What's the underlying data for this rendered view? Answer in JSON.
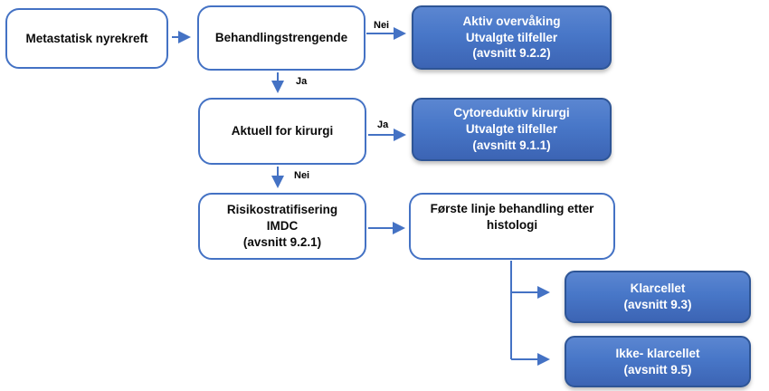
{
  "diagram": {
    "title_semantic": "Metastatisk nyrekreft behandlingsflyt",
    "palette": {
      "accent_blue": "#4472c4",
      "blue_box_fill_top": "#5b86d1",
      "blue_box_fill_bottom": "#3c64b4",
      "blue_box_border": "#2e5596",
      "white_box_border": "#4472c4",
      "text_dark": "#0b0b0b",
      "text_light": "#ffffff",
      "background": "#ffffff"
    }
  },
  "nodes": {
    "metastatisk": {
      "lines": [
        "Metastatisk nyrekreft"
      ]
    },
    "behandling": {
      "lines": [
        "Behandlingstrengende"
      ]
    },
    "aktiv": {
      "lines": [
        "Aktiv overvåking",
        "Utvalgte tilfeller",
        "(avsnitt 9.2.2)"
      ]
    },
    "kirurgi": {
      "lines": [
        "Aktuell for kirurgi"
      ]
    },
    "cyto": {
      "lines": [
        "Cytoreduktiv kirurgi",
        "Utvalgte tilfeller",
        "(avsnitt 9.1.1)"
      ]
    },
    "risiko": {
      "lines": [
        "Risikostratifisering",
        "IMDC",
        "(avsnitt 9.2.1)"
      ]
    },
    "forste": {
      "lines": [
        "Første linje behandling etter",
        "histologi"
      ]
    },
    "klarcellet": {
      "lines": [
        "Klarcellet",
        "(avsnitt 9.3)"
      ]
    },
    "ikke_klarcellet": {
      "lines": [
        "Ikke- klarcellet",
        "(avsnitt 9.5)"
      ]
    }
  },
  "edge_labels": {
    "behandling_nei": "Nei",
    "behandling_ja": "Ja",
    "kirurgi_ja": "Ja",
    "kirurgi_nei": "Nei"
  }
}
